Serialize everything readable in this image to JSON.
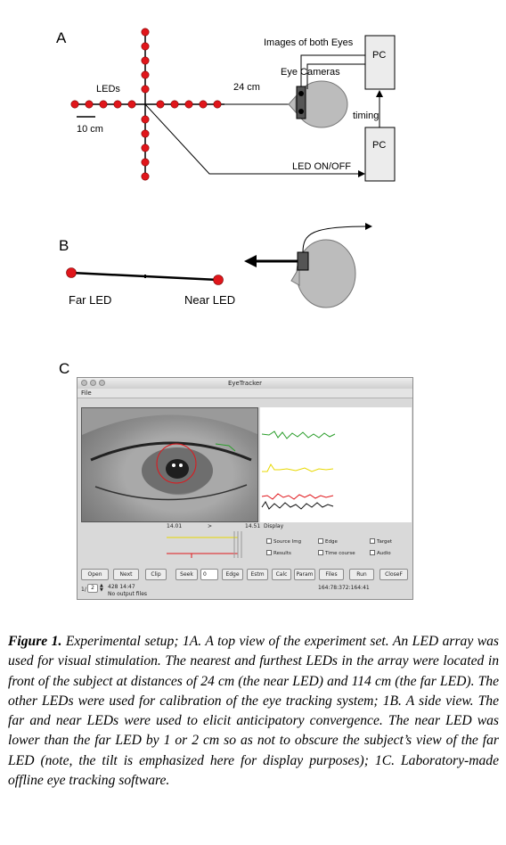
{
  "panels": {
    "a": {
      "letter": "A",
      "leds_label": "LEDs",
      "scale_label": "10 cm",
      "distance_label": "24 cm",
      "images_label": "Images of both Eyes",
      "cameras_label": "Eye Cameras",
      "timing_label": "timing",
      "pc_top": "PC",
      "pc_bottom": "PC",
      "led_onoff_label": "LED ON/OFF"
    },
    "b": {
      "letter": "B",
      "far_led": "Far LED",
      "near_led": "Near LED"
    },
    "c": {
      "letter": "C",
      "window_title": "EyeTracker",
      "menu_file": "File",
      "slider_left": "14.01",
      "slider_right": "14.51",
      "display_label": "Display",
      "checkboxes": [
        "Source Img",
        "Edge",
        "Target",
        "Results",
        "Time course",
        "Audio"
      ],
      "buttons": [
        "Open",
        "Next",
        "Clip",
        "Seek",
        "Edge",
        "Estm",
        "Calc",
        "Param",
        "Files",
        "Run",
        "CloseF"
      ],
      "seek_value": "0",
      "frame_field": "2",
      "frame_info": "428  14:47",
      "no_output": "No output files",
      "coords": "164:78:372:164:41",
      "frame_prefix": "1/"
    }
  },
  "caption": {
    "label": "Figure 1.",
    "text": " Experimental setup; 1A. A top view of the experiment set. An LED array was used for visual stimulation. The nearest and furthest LEDs in the array were located in front of the subject at distances of 24 cm (the near LED) and 114 cm (the far LED). The other LEDs were used for calibration of the eye tracking system; 1B. A side view. The far and near LEDs were used to elicit anticipatory convergence. The near LED was lower than the far LED by 1 or 2 cm so as not to obscure the subject’s view of the far LED (note, the tilt is emphasized here for display purposes); 1C. Laboratory-made offline eye tracking software."
  },
  "colors": {
    "led": "#e0161b",
    "trace_green": "#2a9d2a",
    "trace_yellow": "#e8d800",
    "trace_red": "#e0161b",
    "trace_black": "#111111",
    "head": "#bcbcbc"
  }
}
